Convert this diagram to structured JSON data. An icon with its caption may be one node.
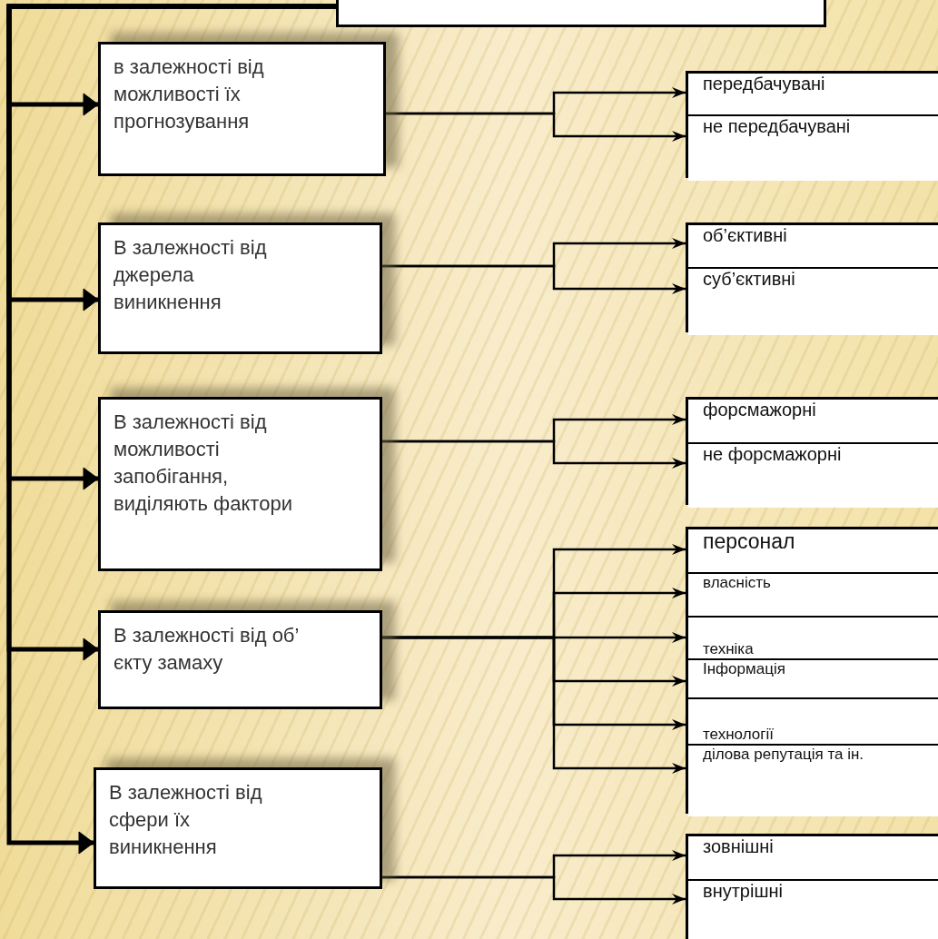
{
  "diagram": {
    "nodes": [
      {
        "text": [],
        "shape": "box"
      },
      {
        "text": [
          "в залежності від можливості їх прогнозування"
        ]
      },
      {
        "text": [],
        "shape": "box"
      },
      {
        "text": [
          "передбачувані"
        ],
        "in": 2
      },
      {
        "text": [
          "не передбачувані"
        ],
        "in": 2
      },
      {
        "text": [
          "В залежності від джерела виникнення"
        ]
      },
      {
        "text": [],
        "shape": "box"
      },
      {
        "text": [
          "об’єктивні"
        ],
        "in": 6
      },
      {
        "text": [
          "суб’єктивні"
        ],
        "in": 6
      },
      {
        "text": [
          "В залежності від можливості запобігання, виділяють фактори"
        ]
      },
      {
        "text": [],
        "shape": "box"
      },
      {
        "text": [
          "форсмажорні"
        ],
        "in": 10
      },
      {
        "text": [
          "не форсмажорні"
        ],
        "in": 10
      },
      {
        "text": [
          "В залежності від об’ єкту замаху"
        ]
      },
      {
        "text": [],
        "shape": "box"
      },
      {
        "text": [
          "персонал"
        ],
        "in": 14
      },
      {
        "text": [
          "власність"
        ],
        "in": 14
      },
      {
        "text": [
          "техніка"
        ],
        "in": 14
      },
      {
        "text": [
          "Інформація"
        ],
        "in": 14
      },
      {
        "text": [
          "технології"
        ],
        "in": 14
      },
      {
        "text": [
          "ділова репутація та ін."
        ],
        "in": 14
      },
      {
        "text": [
          "В залежності від сфери їх виникнення"
        ]
      },
      {
        "text": [],
        "shape": "box"
      },
      {
        "text": [
          "зовнішні"
        ],
        "in": 22
      },
      {
        "text": [
          "внутрішні"
        ],
        "in": 22
      }
    ],
    "edges": [
      {
        "from": 0,
        "to": 1,
        "arrow": "to",
        "style": "thick"
      },
      {
        "from": 0,
        "to": 5,
        "arrow": "to",
        "style": "thick"
      },
      {
        "from": 0,
        "to": 9,
        "arrow": "to",
        "style": "thick"
      },
      {
        "from": 0,
        "to": 13,
        "arrow": "to",
        "style": "thick"
      },
      {
        "from": 0,
        "to": 21,
        "arrow": "to",
        "style": "thick"
      },
      {
        "from": 1,
        "to": 3,
        "arrow": "to"
      },
      {
        "from": 1,
        "to": 4,
        "arrow": "to"
      },
      {
        "from": 5,
        "to": 7,
        "arrow": "to"
      },
      {
        "from": 5,
        "to": 8,
        "arrow": "to"
      },
      {
        "from": 9,
        "to": 11,
        "arrow": "to"
      },
      {
        "from": 9,
        "to": 12,
        "arrow": "to"
      },
      {
        "from": 13,
        "to": 15,
        "arrow": "to"
      },
      {
        "from": 13,
        "to": 16,
        "arrow": "to"
      },
      {
        "from": 13,
        "to": 17,
        "arrow": "to"
      },
      {
        "from": 13,
        "to": 18,
        "arrow": "to"
      },
      {
        "from": 13,
        "to": 19,
        "arrow": "to"
      },
      {
        "from": 13,
        "to": 20,
        "arrow": "to"
      },
      {
        "from": 21,
        "to": 23,
        "arrow": "to"
      },
      {
        "from": 21,
        "to": 24,
        "arrow": "to"
      }
    ]
  }
}
